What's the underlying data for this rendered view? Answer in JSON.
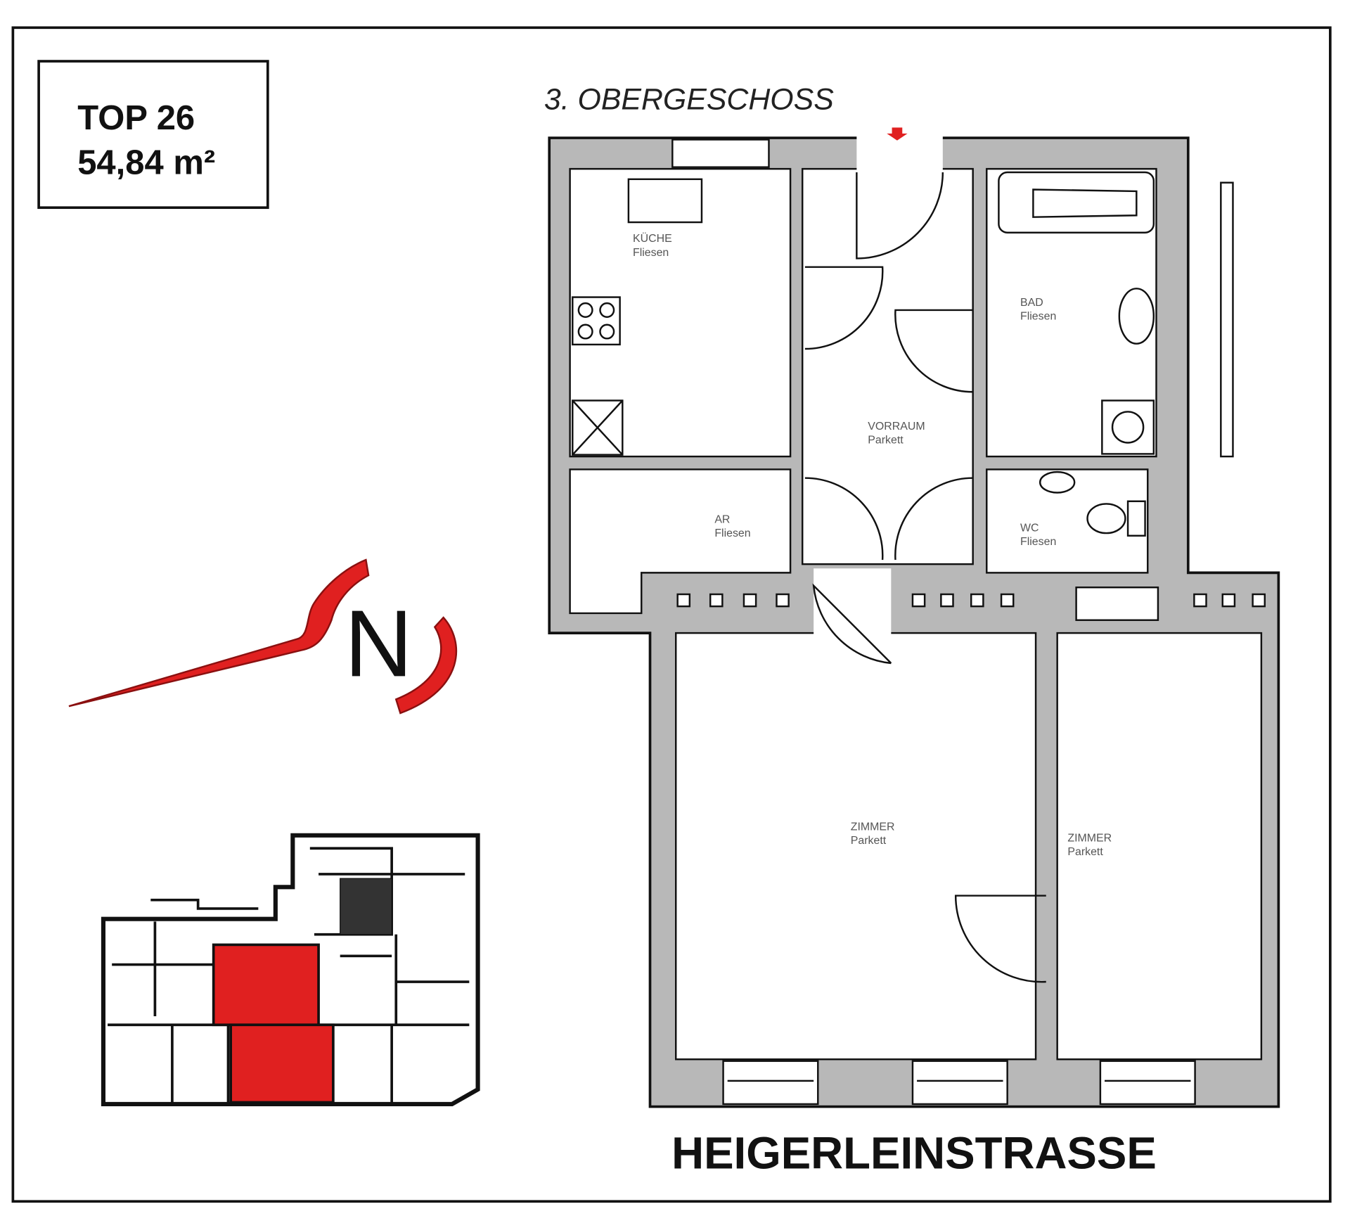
{
  "unit": {
    "title": "TOP 26",
    "area": "54,84 m²"
  },
  "floor": "3. OBERGESCHOSS",
  "rooms": [
    {
      "name": "KÜCHE",
      "floor": "Fliesen"
    },
    {
      "name": "VORRAUM",
      "floor": "Parkett"
    },
    {
      "name": "BAD",
      "floor": "Fliesen"
    },
    {
      "name": "AR",
      "floor": "Fliesen"
    },
    {
      "name": "WC",
      "floor": "Fliesen"
    },
    {
      "name": "ZIMMER",
      "floor": "Parkett"
    },
    {
      "name": "ZIMMER",
      "floor": "Parkett"
    }
  ],
  "north_label": "N",
  "street": "HEIGERLEINSTRASSE",
  "colors": {
    "highlight": "#e02020",
    "wall": "#b8b8b8"
  }
}
